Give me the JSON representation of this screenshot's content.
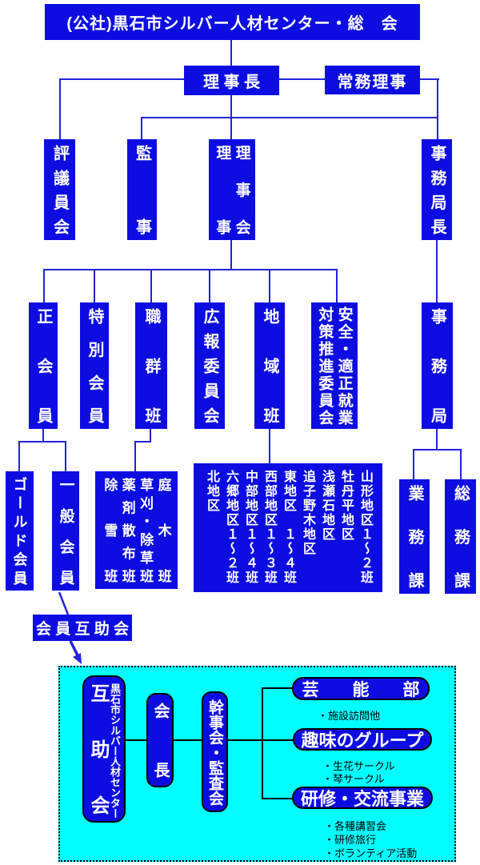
{
  "title": "(公社)黒石市シルバー人材センター・総　会",
  "colors": {
    "box_blue": "#0d0de2",
    "line_blue": "#2222dd",
    "panel_cyan": "#00ffff",
    "box_text": "#ffffff",
    "panel_line_black": "#000000"
  },
  "executives": {
    "chairman": "理 事 長",
    "managing_director": "常務理事"
  },
  "councils": {
    "councilors": "評議員会",
    "auditors": "監事",
    "board_col_right": "理事会",
    "board_col_left": "理事",
    "secretary_general": "事務局長"
  },
  "committees": {
    "regular_members": "正会員",
    "special_members": "特別会員",
    "job_group_team": "職群班",
    "pr_committee": "広報委員会",
    "district_team": "地域班",
    "safety_col_right": "安全・適正就業",
    "safety_col_left": "対策推進委員会",
    "secretariat": "事務局"
  },
  "units": {
    "gold_members": "ゴールド会員",
    "general_members": "一般会員",
    "work_teams": [
      "庭木班",
      "草刈・除草班",
      "薬剤散布班",
      "除雪班"
    ],
    "districts": [
      "山形地区１〜２班",
      "牡丹平地区",
      "浅瀬石地区",
      "追子野木地区",
      "東地区　１〜４班",
      "西部地区１〜３班",
      "中部地区１〜４班",
      "六郷地区１〜２班",
      "北地区"
    ],
    "business_section": "業務課",
    "general_affairs_section": "総務課"
  },
  "mutual_aid_link": "会 員 互 助 会",
  "mutual_aid": {
    "name_main": "互助会",
    "name_sub": "黒石市シルバー人材センター",
    "chairman": "会長",
    "secretariat": "幹事会・監査会",
    "groups": [
      {
        "label": "芸　　能　　部",
        "items": [
          "・施設訪問他"
        ]
      },
      {
        "label": "趣味のグループ",
        "items": [
          "・生花サークル",
          "・琴サークル"
        ]
      },
      {
        "label": "研修・交流事業",
        "items": [
          "・各種講習会",
          "・研修旅行",
          "・ボランティア活動"
        ]
      }
    ]
  }
}
